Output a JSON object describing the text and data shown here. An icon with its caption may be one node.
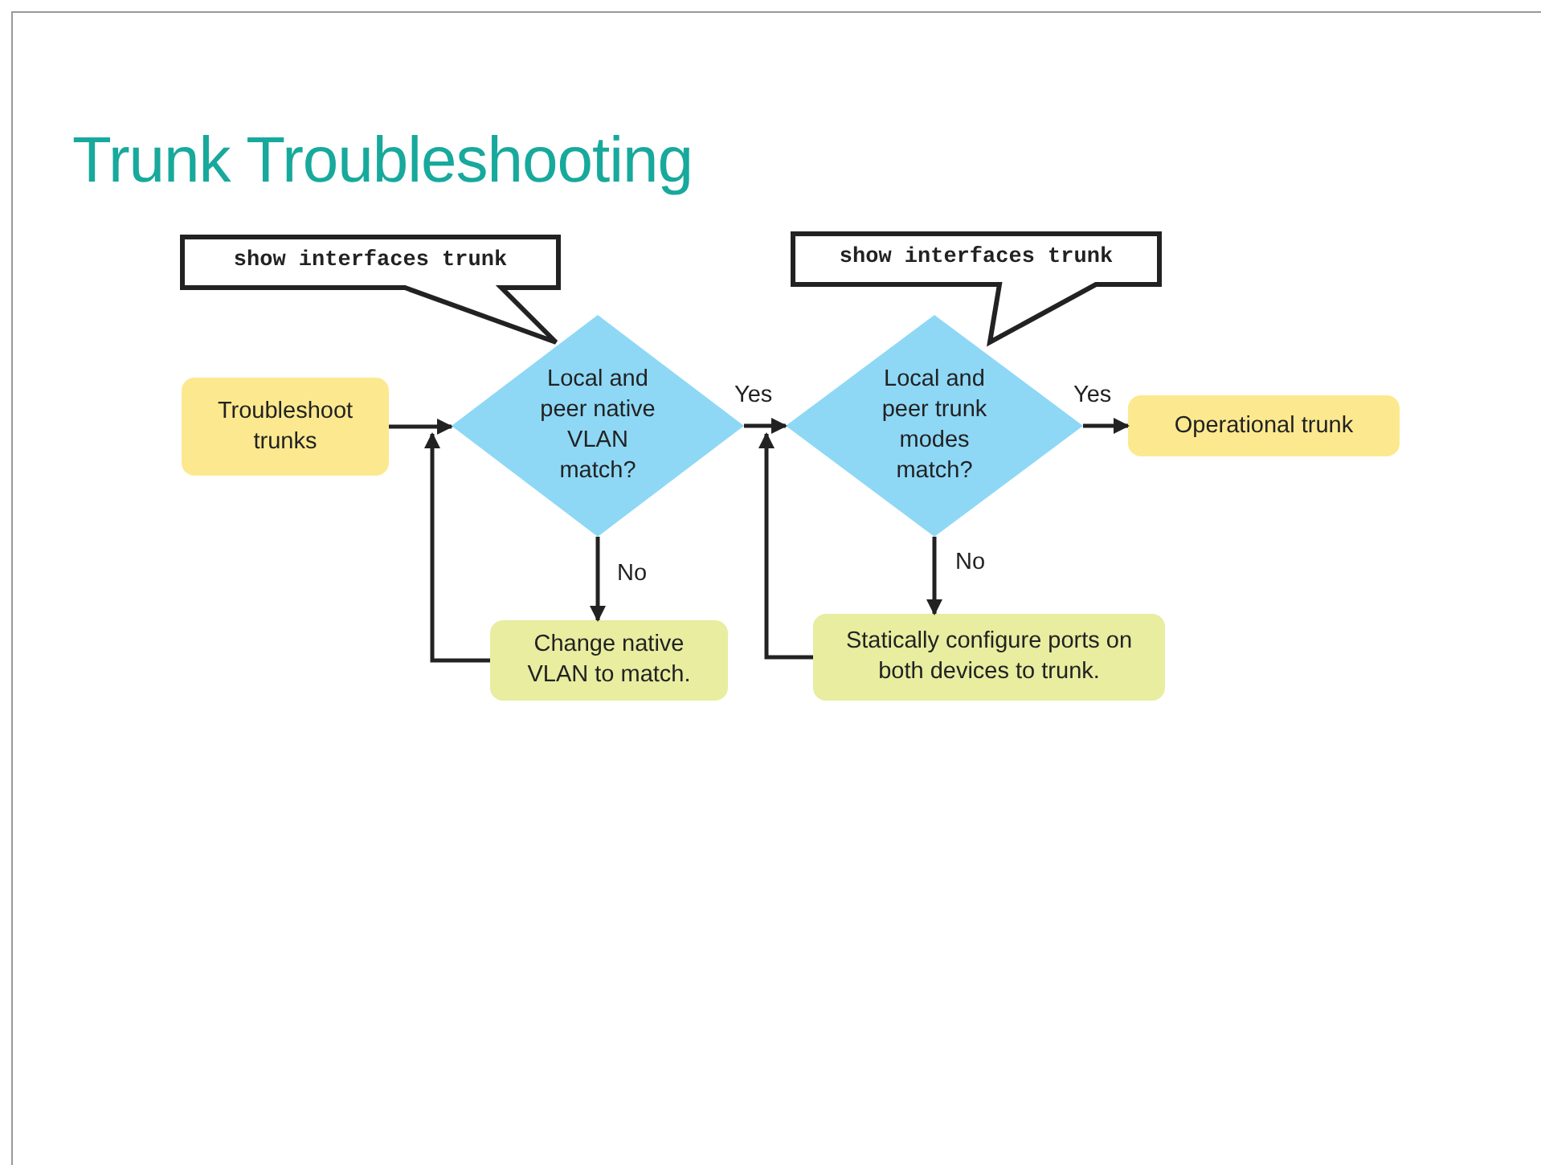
{
  "diagram": {
    "title": "Trunk Troubleshooting",
    "nodes": [
      {
        "text": [
          "show interfaces trunk"
        ]
      },
      {
        "text": [
          "show interfaces trunk"
        ]
      },
      {
        "text": [
          "Troubleshoot trunks"
        ]
      },
      {
        "text": [
          "Local and peer native VLAN match?"
        ]
      },
      {
        "text": [
          "Local and peer trunk modes match?"
        ]
      },
      {
        "text": [
          "Operational trunk"
        ]
      },
      {
        "text": [
          "Change native VLAN to match."
        ]
      },
      {
        "text": [
          "Statically configure ports on both devices to trunk."
        ]
      }
    ],
    "edges": [
      {
        "from": 2,
        "to": 3,
        "arrow": "to"
      },
      {
        "from": 3,
        "to": 4,
        "arrow": "to",
        "label": "Yes"
      },
      {
        "from": 4,
        "to": 5,
        "arrow": "to",
        "label": "Yes"
      },
      {
        "from": 3,
        "to": 6,
        "arrow": "to",
        "label": "No"
      },
      {
        "from": 4,
        "to": 7,
        "arrow": "to",
        "label": "No"
      },
      {
        "from": 6,
        "to": 3,
        "arrow": "to"
      },
      {
        "from": 7,
        "to": 4,
        "arrow": "to"
      }
    ]
  }
}
